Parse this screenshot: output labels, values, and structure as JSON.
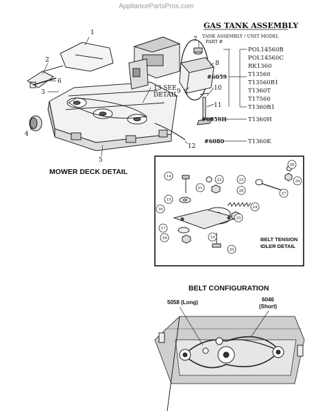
{
  "watermark": "AppliancePartsPros.com",
  "mower_deck": {
    "title": "MOWER DECK DETAIL",
    "callouts": [
      "1",
      "2",
      "3",
      "4",
      "5",
      "6",
      "12"
    ],
    "see_detail_number": "13 SEE",
    "see_detail_text": "DETAIL"
  },
  "gas_tank": {
    "title": "GAS TANK ASSEMBLY",
    "header_line1": "TANK ASSEMBLY  /   UNIT MODEL",
    "header_line2": "PART #",
    "callouts": [
      "7",
      "8",
      "9",
      "10",
      "11"
    ],
    "groups": [
      {
        "part": "#6059",
        "models": [
          "POL14560B",
          "POL14560C",
          "RK1360",
          "T13560",
          "T13560B1",
          "T1360T",
          "T17560",
          "T1360B1"
        ]
      },
      {
        "part": "#6059H",
        "models": [
          "T1360H"
        ]
      },
      {
        "part": "#6080",
        "models": [
          "T1360K"
        ]
      }
    ]
  },
  "idler": {
    "title_line1": "BELT TENSION",
    "title_line2": "IDLER DETAIL",
    "callouts": [
      "14",
      "15",
      "16",
      "17",
      "18",
      "19",
      "20",
      "21",
      "22",
      "23",
      "24",
      "25",
      "26",
      "27",
      "28",
      "29"
    ]
  },
  "belt_config": {
    "title": "BELT CONFIGURATION",
    "long_label": "5058 (Long)",
    "short_label_line1": "6046",
    "short_label_line2": "(Short)"
  }
}
